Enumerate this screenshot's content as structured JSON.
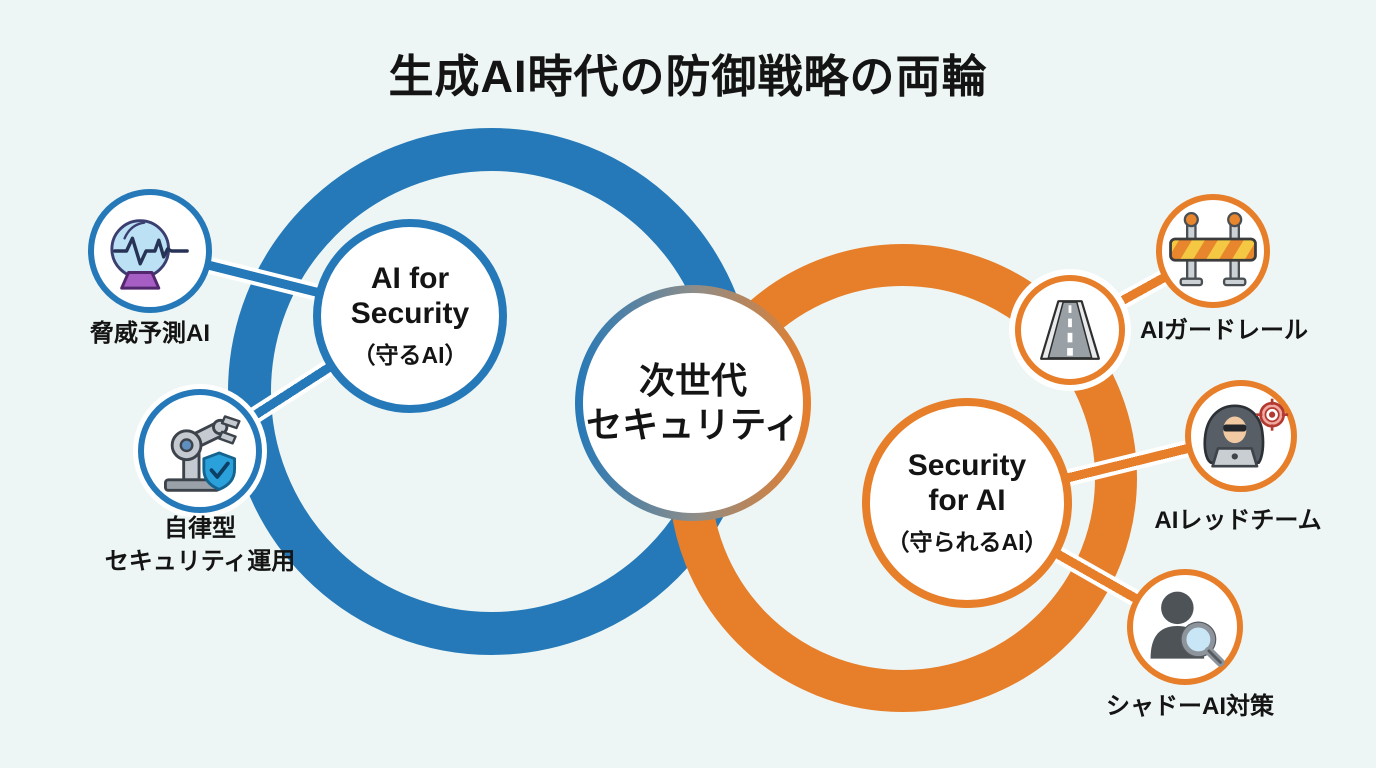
{
  "title": "生成AI時代の防御戦略の両輪",
  "colors": {
    "blue": "#2679b8",
    "orange": "#e77e2a",
    "background": "#edf6f4",
    "text": "#141414",
    "center_border_gradient": [
      "#2679b8",
      "#8c8d8a",
      "#e77e2a"
    ]
  },
  "center": {
    "line1": "次世代",
    "line2": "セキュリティ"
  },
  "rings": {
    "left": {
      "title_line1": "AI for",
      "title_line2": "Security",
      "subtitle": "（守るAI）"
    },
    "right": {
      "title_line1": "Security",
      "title_line2": "for AI",
      "subtitle": "（守られるAI）"
    }
  },
  "satellites": {
    "threat_prediction": {
      "label": "脅威予測AI",
      "icon": "crystal-ball-icon"
    },
    "autonomous_ops": {
      "label_line1": "自律型",
      "label_line2": "セキュリティ運用",
      "icon": "robot-arm-shield-icon"
    },
    "guardrail": {
      "label": "AIガードレール",
      "icon": "barrier-icon",
      "icon2": "road-icon"
    },
    "red_team": {
      "label": "AIレッドチーム",
      "icon": "hacker-target-icon"
    },
    "shadow_ai": {
      "label": "シャドーAI対策",
      "icon": "person-magnifier-icon"
    }
  }
}
